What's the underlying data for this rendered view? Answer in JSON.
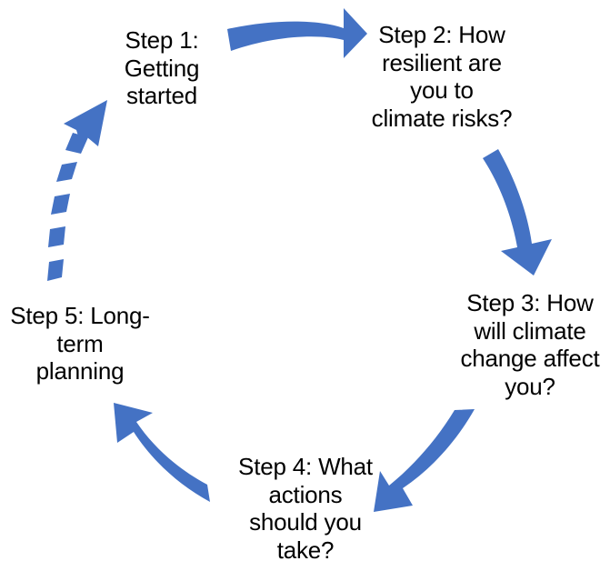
{
  "diagram": {
    "type": "cyclic-process",
    "accent_color": "#4472C4",
    "text_color": "#000000",
    "background_color": "#FFFFFF",
    "steps": [
      {
        "id": "step-1",
        "label": "Step 1:\nGetting\nstarted"
      },
      {
        "id": "step-2",
        "label": "Step 2: How\nresilient are\nyou to\nclimate risks?"
      },
      {
        "id": "step-3",
        "label": "Step 3: How\nwill climate\nchange affect\nyou?"
      },
      {
        "id": "step-4",
        "label": "Step 4: What\nactions\nshould you\ntake?"
      },
      {
        "id": "step-5",
        "label": "Step 5: Long-\nterm\nplanning"
      }
    ],
    "connectors": [
      {
        "id": "arrow-1-to-2",
        "from": "step-1",
        "to": "step-2",
        "style": "solid",
        "direction": "right"
      },
      {
        "id": "arrow-2-to-3",
        "from": "step-2",
        "to": "step-3",
        "style": "solid",
        "direction": "down"
      },
      {
        "id": "arrow-3-to-4",
        "from": "step-3",
        "to": "step-4",
        "style": "solid",
        "direction": "down-left"
      },
      {
        "id": "arrow-4-to-5",
        "from": "step-4",
        "to": "step-5",
        "style": "solid",
        "direction": "up-left"
      },
      {
        "id": "arrow-5-to-1",
        "from": "step-5",
        "to": "step-1",
        "style": "dashed",
        "direction": "up"
      }
    ]
  }
}
